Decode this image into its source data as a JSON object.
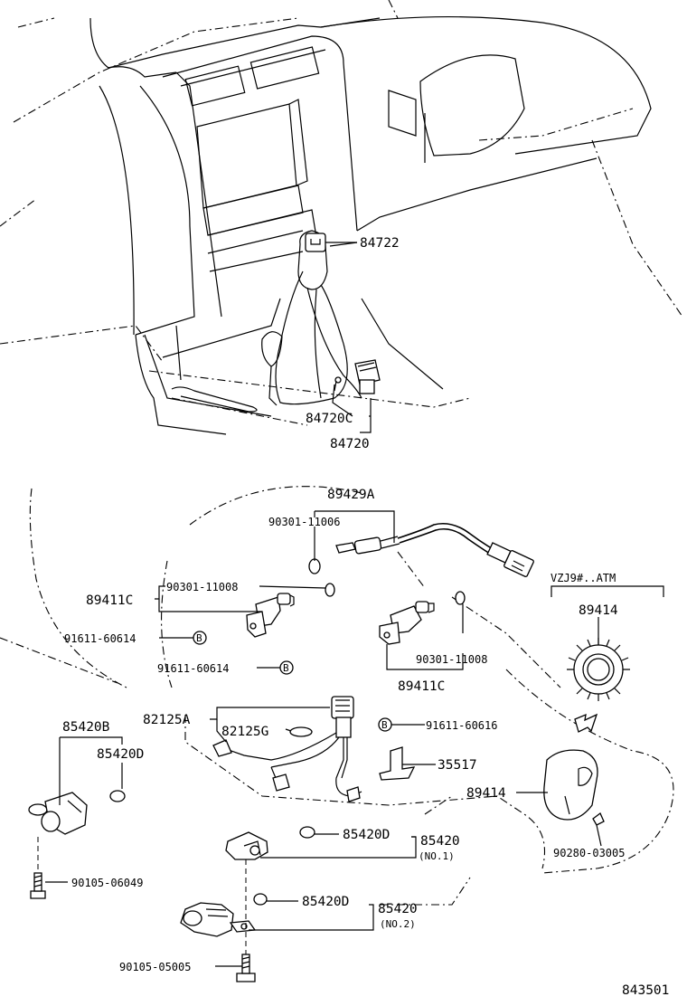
{
  "diagram_id": "843501",
  "header_note": "VZJ9#..ATM",
  "labels": {
    "l84722": "84722",
    "l84720C": "84720C",
    "l84720": "84720",
    "l89429A": "89429A",
    "l90301_11006": "90301-11006",
    "l89411C_left": "89411C",
    "l90301_11008_left": "90301-11008",
    "l91611_60614_a": "91611-60614",
    "l91611_60614_b": "91611-60614",
    "l90301_11008_right": "90301-11008",
    "l89411C_right": "89411C",
    "l89414_top": "89414",
    "l82125A": "82125A",
    "l82125G": "82125G",
    "l91611_60616": "91611-60616",
    "l85420B": "85420B",
    "l85420D_a": "85420D",
    "l35517": "35517",
    "l89414_mid": "89414",
    "l85420D_b": "85420D",
    "l85420_a": "85420",
    "no1": "(NO.1)",
    "l90280_03005": "90280-03005",
    "l90105_06049": "90105-06049",
    "l85420D_c": "85420D",
    "l85420_b": "85420",
    "no2": "(NO.2)",
    "l90105_05005": "90105-05005"
  },
  "bolt_marker": "B"
}
